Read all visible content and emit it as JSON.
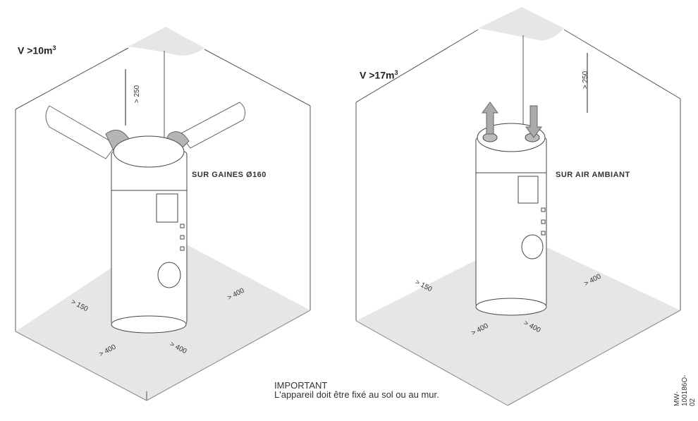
{
  "left_scene": {
    "volume": "V >10m",
    "volume_exp": "3",
    "mode": "SUR GAINES Ø160",
    "dims": {
      "ceiling": "> 250",
      "side": "> 150",
      "right": "> 400",
      "front_left": "> 400",
      "front_right": "> 400"
    }
  },
  "right_scene": {
    "volume": "V >17m",
    "volume_exp": "3",
    "mode": "SUR AIR AMBIANT",
    "dims": {
      "ceiling": "> 250",
      "side": "> 150",
      "right": "> 400",
      "front_left": "> 400",
      "front_right": "> 400"
    }
  },
  "note": {
    "title": "IMPORTANT",
    "text": "L'appareil doit être fixé au sol ou au mur."
  },
  "reference": "MW-100186O-02",
  "colors": {
    "floor": "#e6e6e6",
    "duct": "#b5b5b5",
    "line": "#444444"
  }
}
